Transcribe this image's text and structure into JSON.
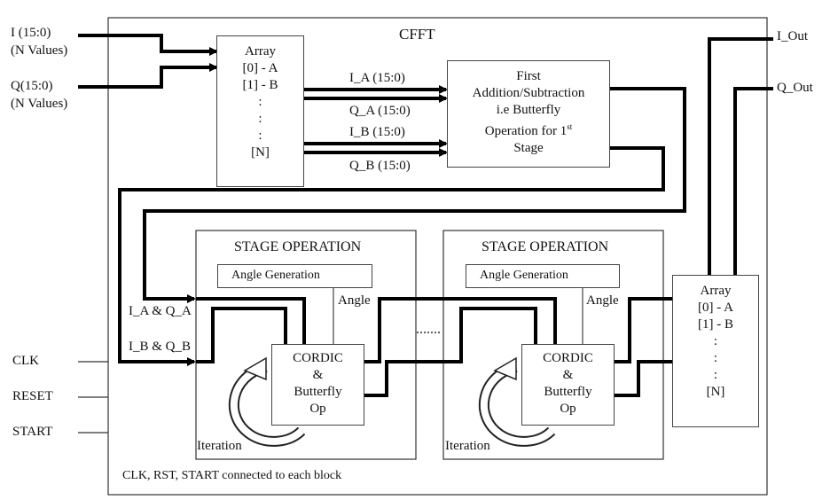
{
  "title": "CFFT",
  "inputs": {
    "i_label": "I (15:0)",
    "i_sub": "(N Values)",
    "q_label": "Q(15:0)",
    "q_sub": "(N Values)",
    "clk": "CLK",
    "reset": "RESET",
    "start": "START"
  },
  "outputs": {
    "i_out": "I_Out",
    "q_out": "Q_Out"
  },
  "input_array": {
    "lines": [
      "Array",
      "[0] - A",
      "[1] - B",
      ":",
      ":",
      ":",
      "[N]"
    ]
  },
  "buses": {
    "i_a": "I_A (15:0)",
    "q_a": "Q_A (15:0)",
    "i_b": "I_B (15:0)",
    "q_b": "Q_B (15:0)"
  },
  "first_stage": {
    "line1": "First",
    "line2": "Addition/Subtraction",
    "line3": "i.e Butterfly",
    "line4": "Operation for 1",
    "line4_sup": "st",
    "line5": "Stage"
  },
  "stage_left": {
    "title": "STAGE OPERATION",
    "angle_gen": "Angle Generation",
    "angle": "Angle",
    "cordic_lines": [
      "CORDIC",
      "&",
      "Butterfly",
      "Op"
    ],
    "iteration": "Iteration"
  },
  "stage_right": {
    "title": "STAGE OPERATION",
    "angle_gen": "Angle Generation",
    "angle": "Angle",
    "cordic_lines": [
      "CORDIC",
      "&",
      "Butterfly",
      "Op"
    ],
    "iteration": "Iteration"
  },
  "stage_inputs": {
    "ia_qa": "I_A & Q_A",
    "ib_qb": "I_B & Q_B"
  },
  "output_array": {
    "lines": [
      "Array",
      "[0] - A",
      "[1] - B",
      ":",
      ":",
      ":",
      "[N]"
    ]
  },
  "footer_note": "CLK, RST, START connected to each block"
}
